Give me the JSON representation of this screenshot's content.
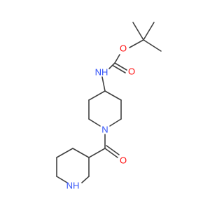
{
  "molecule": {
    "atoms": {
      "o_ether": "O",
      "o_carbonyl_top": "O",
      "n_carbamate": "NH",
      "n_piperidine": "N",
      "o_carbonyl_bottom": "O",
      "n_ring_bottom": "NH"
    },
    "colors": {
      "bond": "#404040",
      "oxygen": "#ff0d0d",
      "nitrogen": "#3050f8"
    }
  }
}
